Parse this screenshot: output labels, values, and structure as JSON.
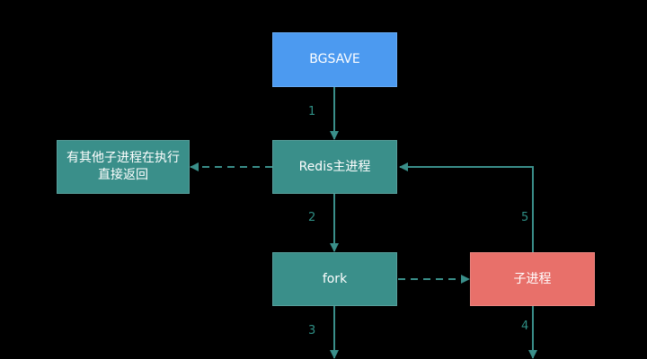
{
  "colors": {
    "background": "#000000",
    "bgsave_fill": "#4c9af0",
    "process_fill": "#3a8f8a",
    "child_fill": "#e8706a",
    "edge": "#3a8f8a",
    "step_label": "#2f8f85"
  },
  "nodes": {
    "bgsave": {
      "label": "BGSAVE"
    },
    "redis_main": {
      "label": "Redis主进程"
    },
    "other_child": {
      "line1": "有其他子进程在执行",
      "line2": "直接返回"
    },
    "fork": {
      "label": "fork"
    },
    "child": {
      "label": "子进程"
    }
  },
  "steps": {
    "s1": "1",
    "s2": "2",
    "s3": "3",
    "s4": "4",
    "s5": "5"
  }
}
